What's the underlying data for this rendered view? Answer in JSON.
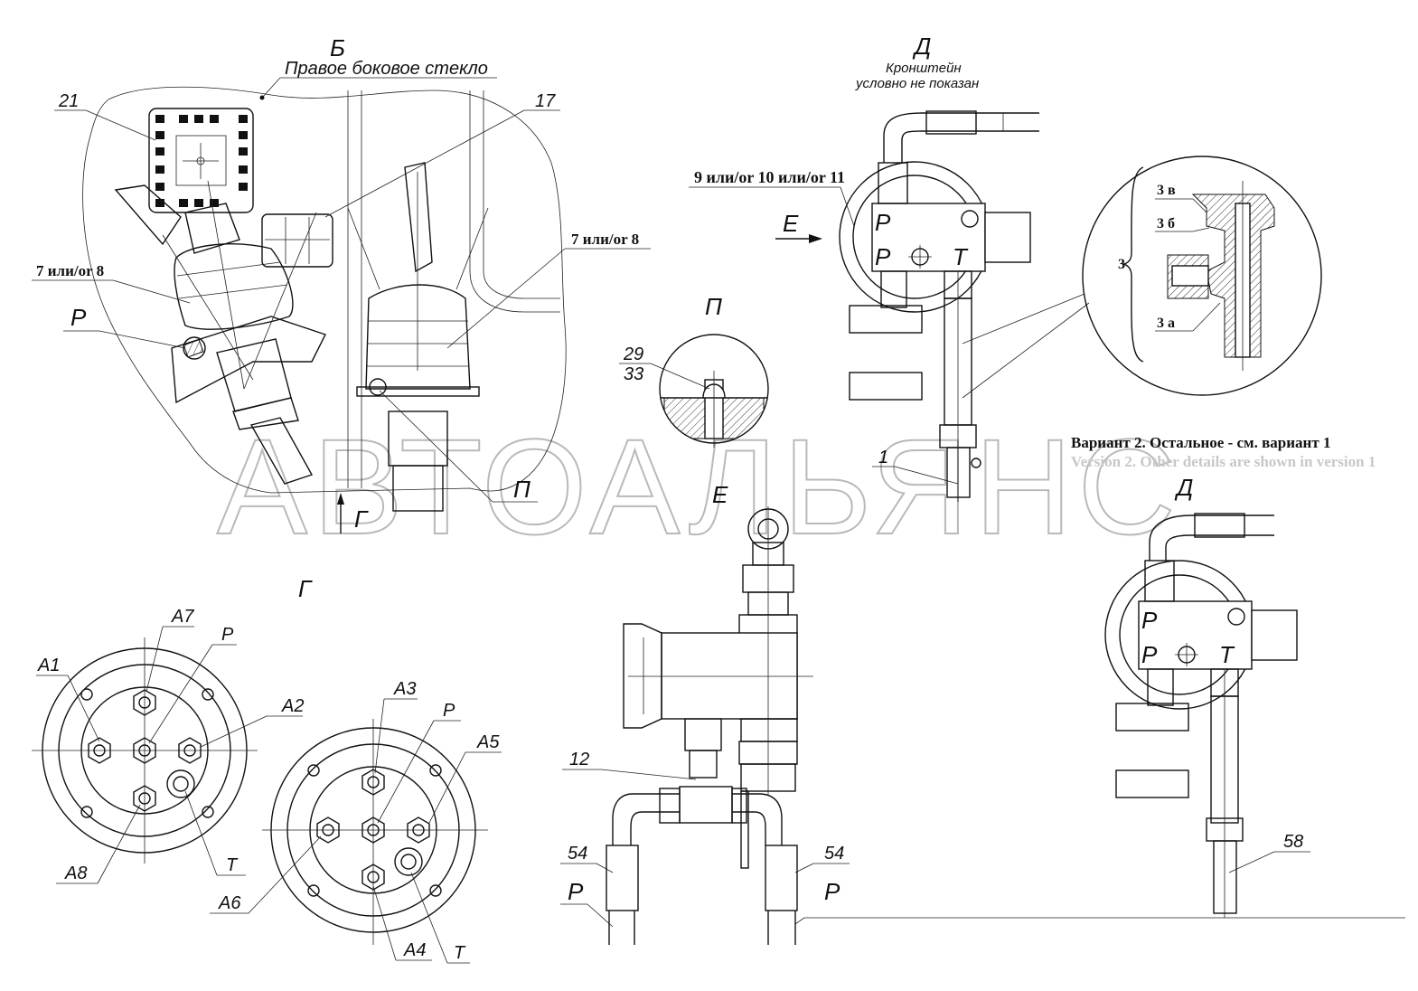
{
  "views": {
    "b_title": "Б",
    "b_subtitle": "Правое боковое стекло",
    "d_title": "Д",
    "d_note_line1": "Кронштейн",
    "d_note_line2": "условно не показан",
    "p_title": "П",
    "g_title": "Г",
    "e_title": "Е",
    "d2_title": "Д"
  },
  "callouts": {
    "c21": "21",
    "c17": "17",
    "c7a": "7 или/or 8",
    "c7b": "7 или/or 8",
    "cP": "Р",
    "c9": "9 или/or 10 или/or 11",
    "cE_arrow": "Е",
    "cG_arrow": "Г",
    "cP_view": "П",
    "c29": "29",
    "c33": "33",
    "c1": "1",
    "c12": "12",
    "c54a": "54",
    "c54b": "54",
    "c58": "58",
    "c3": "3",
    "c3a": "3 а",
    "c3b": "3 б",
    "c3v": "3 в",
    "P_port1": "Р",
    "P_port2": "Р",
    "T_port": "Т",
    "P_port3": "Р",
    "P_port4": "Р",
    "T_port2": "Т",
    "P_pipe1": "Р",
    "P_pipe2": "Р"
  },
  "connectors": {
    "left": {
      "A1": "A1",
      "A7": "A7",
      "P": "P",
      "A2": "A2",
      "A8": "A8",
      "T": "T"
    },
    "right": {
      "A3": "A3",
      "P": "P",
      "A5": "A5",
      "A6": "A6",
      "A4": "A4",
      "T": "T"
    }
  },
  "notes": {
    "variant_ru": "Вариант 2. Остальное - см. вариант 1",
    "variant_en": "Version 2. Other details are shown in version 1"
  },
  "watermark": "АВТОАЛЬЯНС"
}
